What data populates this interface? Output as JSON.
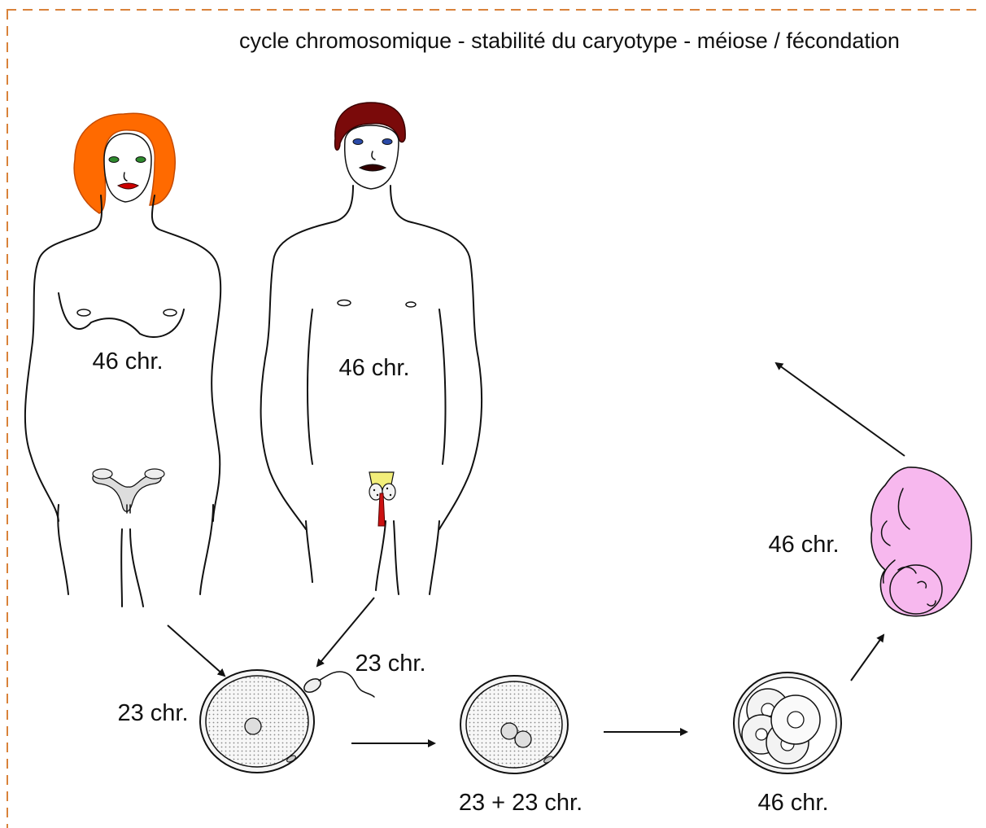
{
  "title": "cycle chromosomique - stabilité du caryotype - méiose / fécondation",
  "labels": {
    "woman": "46 chr.",
    "man": "46 chr.",
    "ovule": "23 chr.",
    "sperm": "23 chr.",
    "zygote": "23 + 23 chr.",
    "embryo": "46 chr.",
    "fetus": "46 chr."
  },
  "colors": {
    "frame": "#d9823a",
    "woman_hair": "#ff6a00",
    "man_hair": "#7a0a0a",
    "lips": "#cc0000",
    "woman_eyes": "#2e8b2e",
    "man_eyes": "#2a4aa8",
    "fetus": "#f7b8ee",
    "testis_yellow": "#f2ee7a",
    "duct_red": "#cc1111",
    "cell_fill": "#e6e6e6"
  }
}
